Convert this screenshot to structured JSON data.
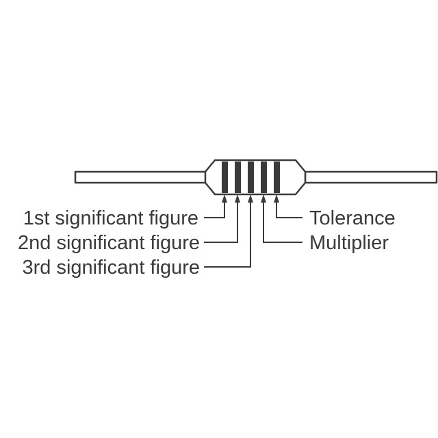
{
  "labels": {
    "first_figure": "1st significant figure",
    "second_figure": "2nd significant figure",
    "third_figure": "3rd significant figure",
    "tolerance": "Tolerance",
    "multiplier": "Multiplier"
  },
  "colors": {
    "ink": "#3a3a3a",
    "background": "#ffffff"
  }
}
